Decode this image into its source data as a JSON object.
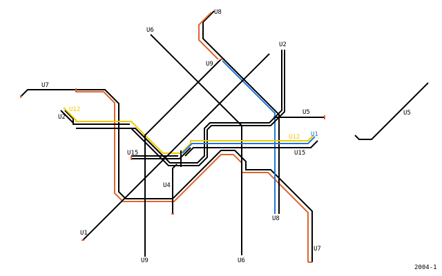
{
  "colors": {
    "background": "#ffffff",
    "black": "#000000",
    "orange": "#e0622a",
    "yellow": "#f0c800",
    "blue": "#1e78dc",
    "terminus": "#e0622a"
  },
  "line_labels": {
    "u8_top": "U8",
    "u6_top": "U6",
    "u2_top": "U2",
    "u9_top": "U9",
    "u7_left": "U7",
    "u12_left": "U12",
    "u2_left": "U2",
    "u5_center": "U5",
    "u5_far": "U5",
    "u12_right": "U12",
    "u1_right": "U1",
    "u15_right": "U15",
    "u15_left": "U15",
    "u4": "U4",
    "u1_bottom": "U1",
    "u8_bottom": "U8",
    "u9_bottom": "U9",
    "u6_bottom": "U6",
    "u7_bottom": "U7"
  },
  "footer": {
    "version": "2004-1"
  }
}
